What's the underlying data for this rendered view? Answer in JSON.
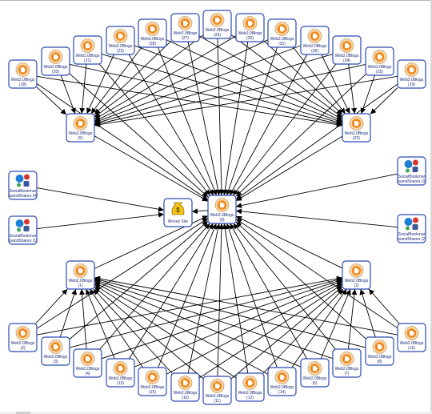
{
  "diagram": {
    "colors": {
      "node_border": "#2b4bb3",
      "node_fill": "#ffffff",
      "edge": "#000000",
      "blog_orange": "#ee8a1f",
      "blog_ring": "#f6d6a8",
      "money_yellow": "#f3c21a",
      "social_blue": "#1d7fd6",
      "social_red": "#d9342b",
      "social_fb": "#3b5998"
    },
    "center": {
      "id": "c",
      "icon": "blogger-icon",
      "lines": [
        "Web2.0Blogs",
        "(9)"
      ]
    },
    "money_site": {
      "id": "m",
      "icon": "money-site-icon",
      "lines": [
        "Money Site"
      ]
    },
    "left_hub_top": {
      "id": "h1",
      "icon": "blogger-icon",
      "lines": [
        "Web2.0Blogs",
        "(5)"
      ]
    },
    "right_hub_top": {
      "id": "h2",
      "icon": "blogger-icon",
      "lines": [
        "Web2.0Blogs",
        "(22)"
      ]
    },
    "left_hub_bottom": {
      "id": "h3",
      "icon": "blogger-icon",
      "lines": [
        "Web2.0Blogs",
        "(1)"
      ]
    },
    "right_hub_bottom": {
      "id": "h4",
      "icon": "blogger-icon",
      "lines": [
        "Web2.0Blogs",
        "(2)"
      ]
    },
    "top_nodes": [
      {
        "id": "t1",
        "lines": [
          "Web2.0Blogs",
          "(18)"
        ]
      },
      {
        "id": "t2",
        "lines": [
          "Web2.0Blogs",
          "(20)"
        ]
      },
      {
        "id": "t3",
        "lines": [
          "Web2.0Blogs",
          "(21)"
        ]
      },
      {
        "id": "t4",
        "lines": [
          "Web2.0Blogs",
          "(23)"
        ]
      },
      {
        "id": "t5",
        "lines": [
          "Web2.0Blogs",
          "(28)"
        ]
      },
      {
        "id": "t6",
        "lines": [
          "Web2.0Blogs",
          "(27)"
        ]
      },
      {
        "id": "t7",
        "lines": [
          "Web2.0Blogs",
          "(29)"
        ]
      },
      {
        "id": "t8",
        "lines": [
          "Web2.0Blogs",
          "(30)"
        ]
      },
      {
        "id": "t9",
        "lines": [
          "Web2.0Blogs",
          "(31)"
        ]
      },
      {
        "id": "t10",
        "lines": [
          "Web2.0Blogs",
          "(26)"
        ]
      },
      {
        "id": "t11",
        "lines": [
          "Web2.0Blogs",
          "(24)"
        ]
      },
      {
        "id": "t12",
        "lines": [
          "Web2.0Blogs",
          "(25)"
        ]
      },
      {
        "id": "t13",
        "lines": [
          "Web2.0Blogs",
          "(19)"
        ]
      }
    ],
    "social_nodes": [
      {
        "id": "s1",
        "lines": [
          "SocialBookmar",
          "ksandShares (4)"
        ]
      },
      {
        "id": "s2",
        "lines": [
          "SocialBookmar",
          "ksandShares (1)"
        ]
      },
      {
        "id": "s3",
        "lines": [
          "SocialBookmar",
          "ksandShares (3)"
        ]
      },
      {
        "id": "s4",
        "lines": [
          "SocialBookmar",
          "ksandShares (2)"
        ]
      }
    ],
    "bottom_nodes": [
      {
        "id": "b1",
        "lines": [
          "Web2.0Blogs",
          "(2)"
        ]
      },
      {
        "id": "b2",
        "lines": [
          "Web2.0Blogs",
          "(3)"
        ]
      },
      {
        "id": "b3",
        "lines": [
          "Web2.0Blogs",
          "(4)"
        ]
      },
      {
        "id": "b4",
        "lines": [
          "Web2.0Blogs",
          "(13)"
        ]
      },
      {
        "id": "b5",
        "lines": [
          "Web2.0Blogs",
          "(15)"
        ]
      },
      {
        "id": "b6",
        "lines": [
          "Web2.0Blogs",
          "(10)"
        ]
      },
      {
        "id": "b7",
        "lines": [
          "Web2.0Blogs",
          "(11)"
        ]
      },
      {
        "id": "b8",
        "lines": [
          "Web2.0Blogs",
          "(12)"
        ]
      },
      {
        "id": "b9",
        "lines": [
          "Web2.0Blogs",
          "(14)"
        ]
      },
      {
        "id": "b10",
        "lines": [
          "Web2.0Blogs",
          "(6)"
        ]
      },
      {
        "id": "b11",
        "lines": [
          "Web2.0Blogs",
          "(7)"
        ]
      },
      {
        "id": "b12",
        "lines": [
          "Web2.0Blogs",
          "(8)"
        ]
      },
      {
        "id": "b13",
        "lines": [
          "Web2.0Blogs",
          "(16)"
        ]
      }
    ]
  }
}
